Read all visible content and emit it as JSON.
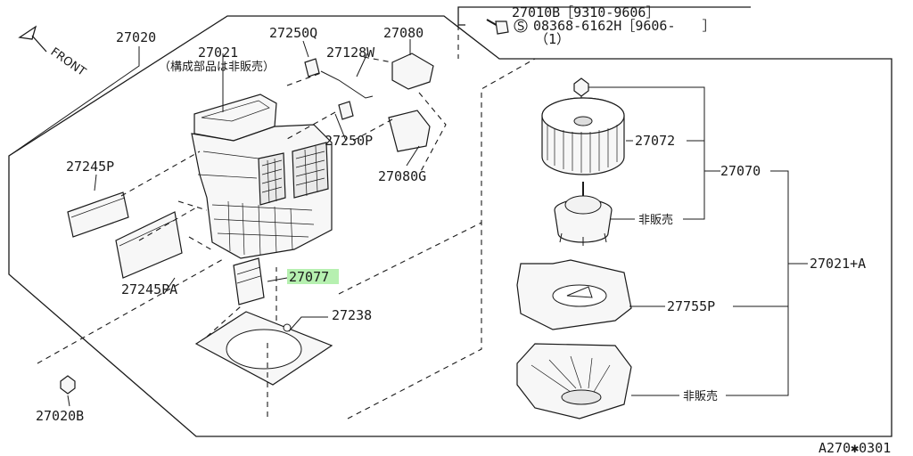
{
  "diagram": {
    "front_label": "FRONT",
    "footer_code": "A270✱0301",
    "labels": {
      "p27020": "27020",
      "p27021": "27021",
      "p27021_note": "（構成部品は非販売）",
      "p27250q": "27250Q",
      "p27128w": "27128W",
      "p27080": "27080",
      "p27245p": "27245P",
      "p27250p": "27250P",
      "p27080g": "27080G",
      "p27077": "27077",
      "p27245pa": "27245PA",
      "p27238": "27238",
      "p27020b": "27020B",
      "p27010b": "27010B［9310-9606］",
      "p08368_s": "S",
      "p08368": "08368-6162H［9606-　　］",
      "p08368_qty": "（1）",
      "p27072": "27072",
      "p27070": "27070",
      "not_sold_motor": "非販売",
      "p27021a": "27021+A",
      "p27755p": "27755P",
      "not_sold_case": "非販売"
    },
    "highlight_color": "#b6f0b0",
    "line_color": "#1a1a1a"
  }
}
